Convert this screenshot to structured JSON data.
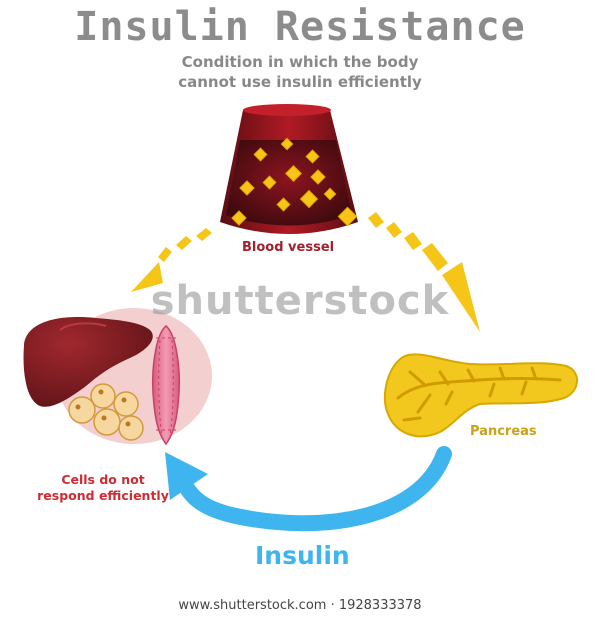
{
  "title": "Insulin Resistance",
  "subtitle": {
    "line1": "Condition in which the body",
    "line2": "cannot use insulin efficiently"
  },
  "labels": {
    "blood_vessel": "Blood vessel",
    "pancreas": "Pancreas",
    "cells_line1": "Cells do not",
    "cells_line2": "respond efficiently",
    "insulin": "Insulin"
  },
  "watermark": "shutterstock",
  "footer": "www.shutterstock.com · 1928333378",
  "colors": {
    "title_gray": "#8c8c8c",
    "blood_red": "#a3202e",
    "pancreas_yellow": "#f2c81e",
    "arrow_yellow": "#f5c518",
    "insulin_blue": "#3fb5ef",
    "cell_bg_pink": "#f3cfcf",
    "liver_brown": "#7b1c20",
    "muscle_pink": "#e97f9b",
    "fat_cell": "#f7d7a0"
  },
  "icons": [
    "blood-vessel-icon",
    "pancreas-icon",
    "liver-icon",
    "muscle-icon",
    "fat-cells-icon",
    "yellow-arrow-left-icon",
    "yellow-arrow-right-icon",
    "blue-insulin-arrow-icon"
  ]
}
